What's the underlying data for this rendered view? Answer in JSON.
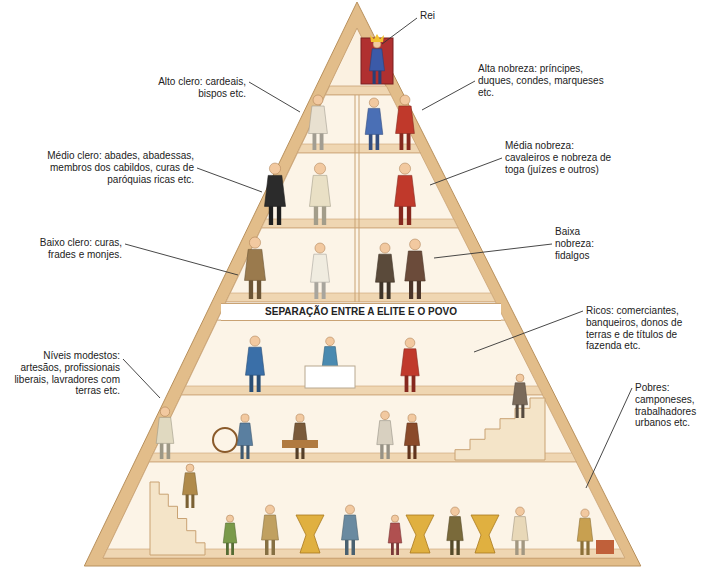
{
  "diagram": {
    "nodes": [
      {
        "text": [
          "SEPARAÇÃO ENTRE A ELITE E O POVO"
        ]
      }
    ],
    "labels": [
      "Rei",
      "Alto clero: cardeais, bispos etc.",
      "Alta nobreza: príncipes, duques, condes, marqueses etc.",
      "Médio clero: abades, abadessas, membros dos cabildos, curas de paróquias ricas etc.",
      "Média nobreza: cavaleiros e nobreza de toga (juízes e outros)",
      "Baixo clero: curas, frades e monjes.",
      "Baixa nobreza: fidalgos",
      "Ricos: comerciantes, banqueiros, donos de terras e de títulos de fazenda etc.",
      "Níveis modestos: artesãos, profissionais liberais, lavradores com terras etc.",
      "Pobres: camponeses, trabalhadores urbanos etc."
    ]
  }
}
